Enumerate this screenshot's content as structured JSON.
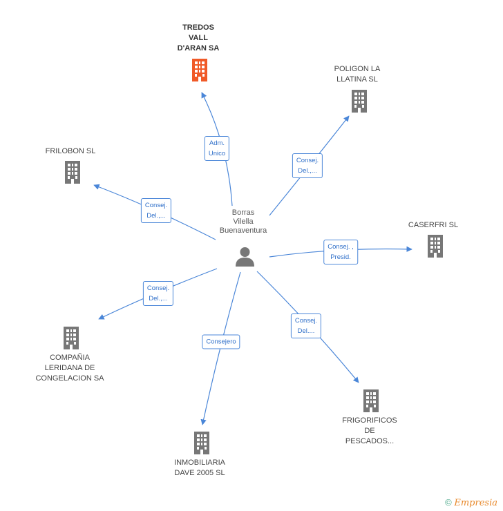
{
  "center": {
    "name_lines": [
      "Borras",
      "Vilella",
      "Buenaventura"
    ],
    "icon": "person-icon"
  },
  "companies": [
    {
      "id": "tredos",
      "lines": [
        "TREDOS",
        "VALL",
        "D'ARAN SA"
      ],
      "highlight": true,
      "role_lines": [
        "Adm.",
        "Unico"
      ],
      "icon": "building-icon",
      "color": "#f05a28"
    },
    {
      "id": "poligon",
      "lines": [
        "POLIGON LA",
        "LLATINA SL"
      ],
      "highlight": false,
      "role_lines": [
        "Consej.",
        "Del.,..."
      ],
      "icon": "building-icon",
      "color": "#777777"
    },
    {
      "id": "frilobon",
      "lines": [
        "FRILOBON SL"
      ],
      "highlight": false,
      "role_lines": [
        "Consej.",
        "Del.,..."
      ],
      "icon": "building-icon",
      "color": "#777777"
    },
    {
      "id": "caserfri",
      "lines": [
        "CASERFRI SL"
      ],
      "highlight": false,
      "role_lines": [
        "Consej. ,",
        "Presid."
      ],
      "icon": "building-icon",
      "color": "#777777"
    },
    {
      "id": "compania",
      "lines": [
        "COMPAÑIA",
        "LERIDANA DE",
        "CONGELACION SA"
      ],
      "highlight": false,
      "role_lines": [
        "Consej.",
        "Del.,..."
      ],
      "icon": "building-icon",
      "color": "#777777"
    },
    {
      "id": "inmobiliaria",
      "lines": [
        "INMOBILIARIA",
        "DAVE 2005 SL"
      ],
      "highlight": false,
      "role_lines": [
        "Consejero"
      ],
      "icon": "building-icon",
      "color": "#777777"
    },
    {
      "id": "frigorificos",
      "lines": [
        "FRIGORIFICOS",
        "DE",
        "PESCADOS..."
      ],
      "highlight": false,
      "role_lines": [
        "Consej.",
        "Del...."
      ],
      "icon": "building-icon",
      "color": "#777777"
    }
  ],
  "colors": {
    "edge": "#4a86d8",
    "building": "#777777",
    "highlight": "#f05a28"
  },
  "footer": {
    "copyright": "©",
    "brand": "Empresia"
  }
}
